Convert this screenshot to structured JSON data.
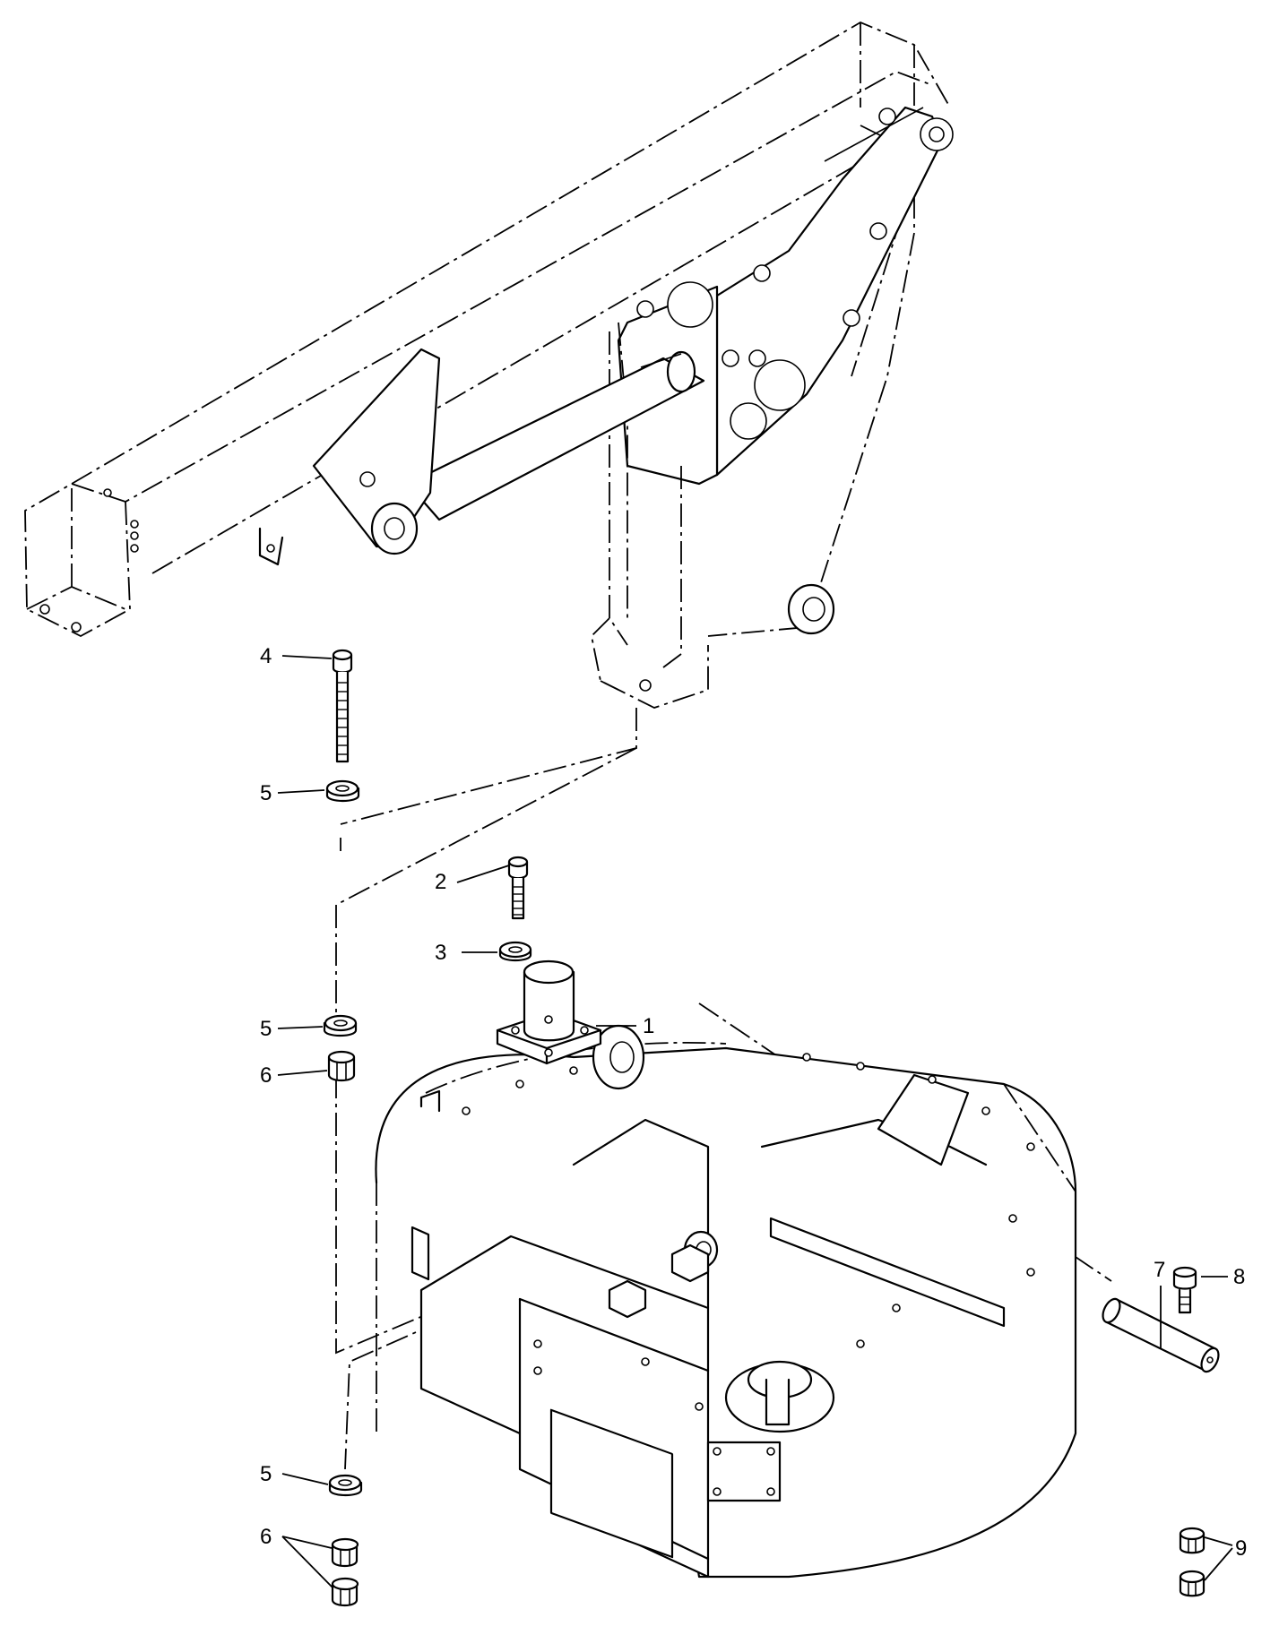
{
  "callouts": {
    "c1": "1",
    "c2": "2",
    "c3": "3",
    "c4": "4",
    "c5a": "5",
    "c5b": "5",
    "c5c": "5",
    "c6a": "6",
    "c6b": "6",
    "c7": "7",
    "c8": "8",
    "c9": "9"
  }
}
